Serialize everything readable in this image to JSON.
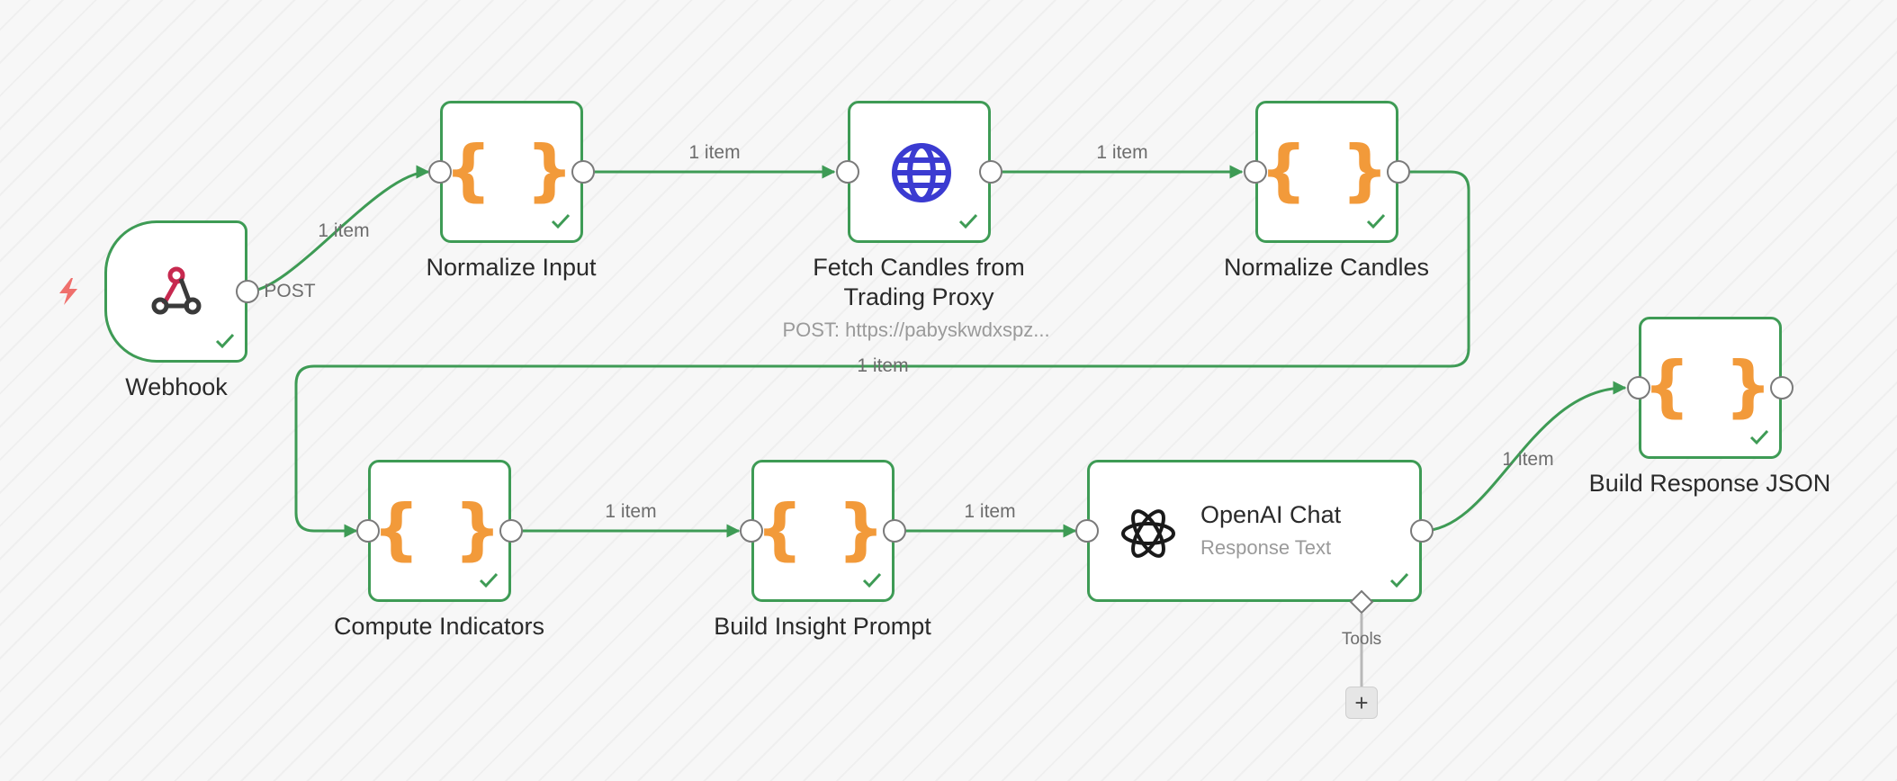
{
  "canvas": {
    "background": "#f7f7f7",
    "accent": "#3e9b55"
  },
  "nodes": {
    "webhook": {
      "label": "Webhook",
      "icon": "webhook-icon",
      "output_label": "POST",
      "status": "success"
    },
    "normalize_input": {
      "label": "Normalize Input",
      "icon": "code-braces-icon",
      "status": "success"
    },
    "fetch_candles": {
      "label_line1": "Fetch Candles from",
      "label_line2": "Trading Proxy",
      "subtitle": "POST: https://pabyskwdxspz...",
      "icon": "globe-icon",
      "status": "success"
    },
    "normalize_candles": {
      "label": "Normalize Candles",
      "icon": "code-braces-icon",
      "status": "success"
    },
    "compute_indicators": {
      "label": "Compute Indicators",
      "icon": "code-braces-icon",
      "status": "success"
    },
    "build_insight_prompt": {
      "label": "Build Insight Prompt",
      "icon": "code-braces-icon",
      "status": "success"
    },
    "openai_chat": {
      "label": "OpenAI Chat",
      "subtitle": "Response Text",
      "icon": "openai-icon",
      "tools_label": "Tools",
      "add_tool": "+",
      "status": "success"
    },
    "build_response_json": {
      "label": "Build Response JSON",
      "icon": "code-braces-icon",
      "status": "success"
    }
  },
  "edges": {
    "webhook_to_normalize_input": "1 item",
    "normalize_input_to_fetch": "1 item",
    "fetch_to_normalize_candles": "1 item",
    "normalize_candles_to_compute": "1 item",
    "compute_to_build_prompt": "1 item",
    "build_prompt_to_openai": "1 item",
    "openai_to_build_response": "1 item"
  },
  "code_glyph": "{ }"
}
